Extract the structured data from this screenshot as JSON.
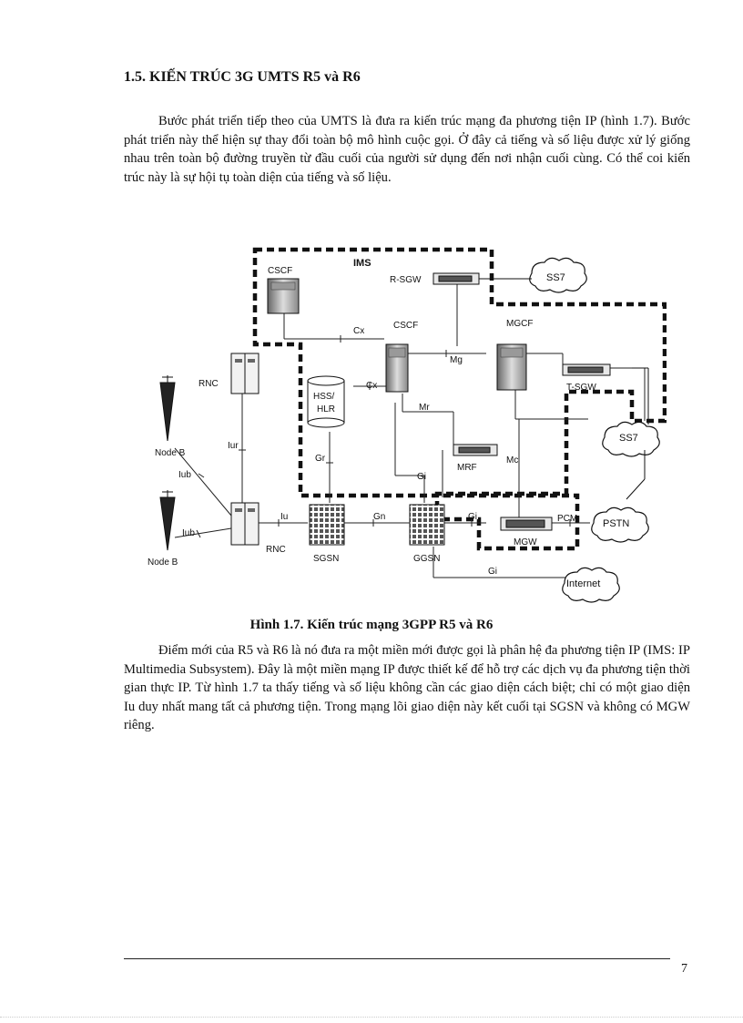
{
  "page": {
    "heading": "1.5. KIẾN TRÚC 3G UMTS R5 và R6",
    "paragraph1": "Bước phát triển tiếp theo của UMTS  là đưa ra kiến trúc mạng đa phương tiện IP (hình 1.7). Bước phát triển này thể hiện sự thay đổi toàn bộ mô hình cuộc gọi. Ở đây cả tiếng và số liệu được xử lý giống nhau trên toàn bộ đường truyền từ đầu cuối của người sử dụng đến nơi nhận cuối cùng. Có thể coi kiến trúc này là sự hội tụ toàn diện của tiếng và số liệu.",
    "caption": "Hình 1.7. Kiến trúc mạng 3GPP R5 và R6",
    "paragraph2": "Điểm mới của R5 và R6 là nó đưa ra một miền mới được gọi là phân hệ đa phương tiện IP (IMS: IP Multimedia Subsystem). Đây là một miền mạng IP được thiết kế để hỗ trợ các dịch vụ đa phương tiện thời gian thực IP. Từ hình 1.7 ta thấy tiếng và số liệu không cần các giao diện cách biệt; chỉ có một giao diện Iu duy nhất mang tất cả phương tiện. Trong mạng lõi giao diện này kết cuối tại SGSN và không có MGW riêng.",
    "page_number": "7"
  },
  "diagram": {
    "ims": "IMS",
    "cscf_top": "CSCF",
    "cscf": "CSCF",
    "r_sgw": "R-SGW",
    "ss7_top": "SS7",
    "mgcf": "MGCF",
    "cx1": "Cx",
    "cx2": "Cx",
    "mg": "Mg",
    "t_sgw": "T-SGW",
    "ss7_right": "SS7",
    "hss1": "HSS/",
    "hss2": "HLR",
    "mr": "Mr",
    "mrf": "MRF",
    "mc": "Mc",
    "gr": "Gr",
    "gi_mrf": "Gi",
    "rnc_top": "RNC",
    "rnc_bottom": "RNC",
    "node_b_top": "Node B",
    "node_b_bottom": "Node B",
    "iur": "Iur",
    "iub1": "Iub",
    "iub2": "Iub",
    "iu": "Iu",
    "gn": "Gn",
    "gi_mgw": "Gi",
    "pcm": "PCM",
    "sgsn": "SGSN",
    "ggsn": "GGSN",
    "mgw": "MGW",
    "pstn": "PSTN",
    "gi_internet": "Gi",
    "internet": "Internet"
  }
}
